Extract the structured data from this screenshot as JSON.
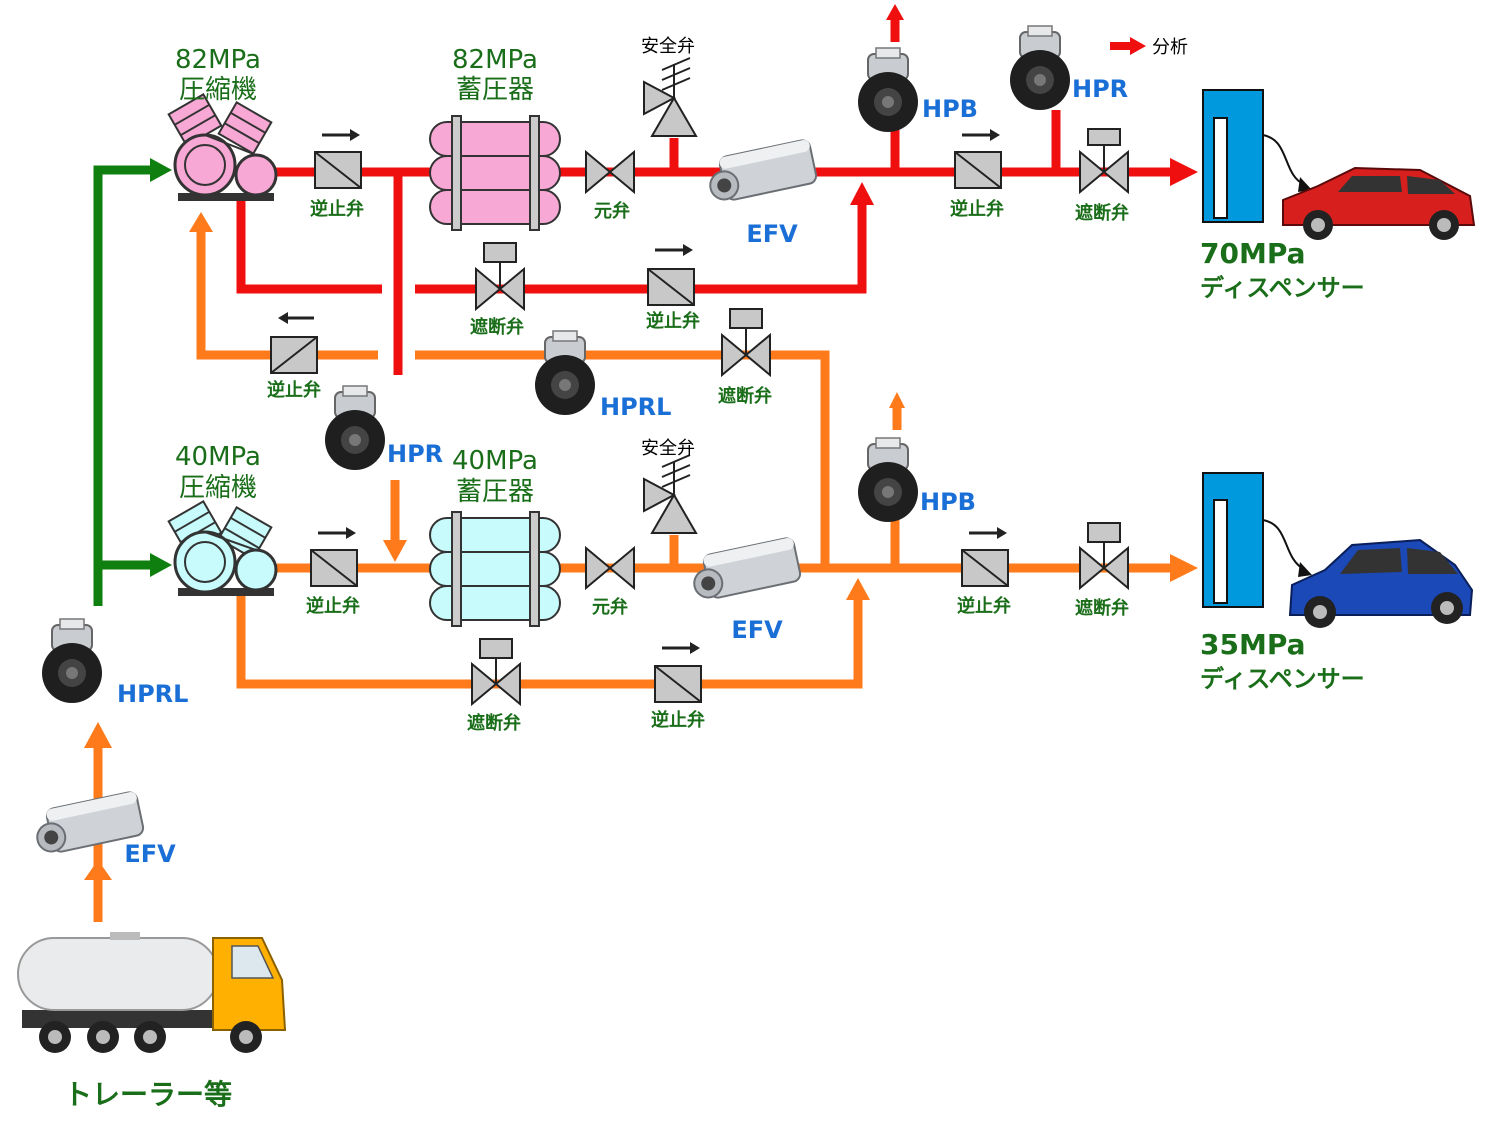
{
  "colors": {
    "line_82": "#f00f0f",
    "line_40": "#ff7a1a",
    "line_supply": "#0f7f0f",
    "label_green": "#1a6e1a",
    "label_blue": "#1a6fd6",
    "compressor_82": "#f7a8d4",
    "compressor_40": "#c8fbfb",
    "dispenser": "#0099dd",
    "car_70": "#d7201e",
    "car_35": "#1b49b8",
    "truck_cab": "#ffb000"
  },
  "labels": {
    "comp82": [
      "82MPa",
      "圧縮機"
    ],
    "acc82": [
      "82MPa",
      "蓄圧器"
    ],
    "comp40": [
      "40MPa",
      "圧縮機"
    ],
    "acc40": [
      "40MPa",
      "蓄圧器"
    ],
    "safety_valve": "安全弁",
    "check_valve": "逆止弁",
    "main_valve": "元弁",
    "shutoff_valve": "遮断弁",
    "efv": "EFV",
    "hpb": "HPB",
    "hpr": "HPR",
    "hprl": "HPRL",
    "analysis": "分析",
    "disp70": [
      "70MPa",
      "ディスペンサー"
    ],
    "disp35": [
      "35MPa",
      "ディスペンサー"
    ],
    "trailer": "トレーラー等"
  }
}
